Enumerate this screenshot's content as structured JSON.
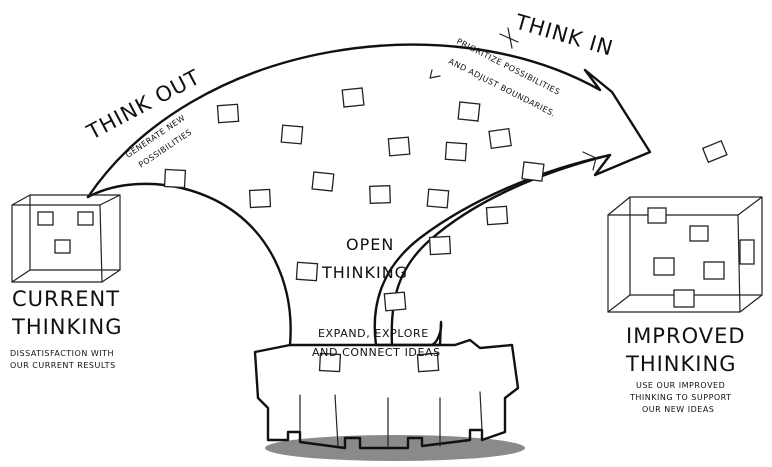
{
  "labels": {
    "think_out": "Think Out",
    "generate_line1": "Generate new",
    "generate_line2": "possibilities",
    "think_in": "Think In",
    "prioritize_line1": "Prioritize possibilities",
    "prioritize_line2": "and adjust boundaries.",
    "open_line1": "Open",
    "open_line2": "Thinking",
    "expand_line1": "Expand, explore",
    "expand_line2": "and connect ideas",
    "current_line1": "Current",
    "current_line2": "Thinking",
    "current_desc1": "Dissatisfaction with",
    "current_desc2": "our current results",
    "improved_line1": "Improved",
    "improved_line2": "Thinking",
    "improved_desc1": "Use our improved",
    "improved_desc2": "thinking to support",
    "improved_desc3": "our new ideas"
  },
  "colors": {
    "ink": "#111111",
    "shadow": "#8a8a8a",
    "paper": "#ffffff"
  }
}
